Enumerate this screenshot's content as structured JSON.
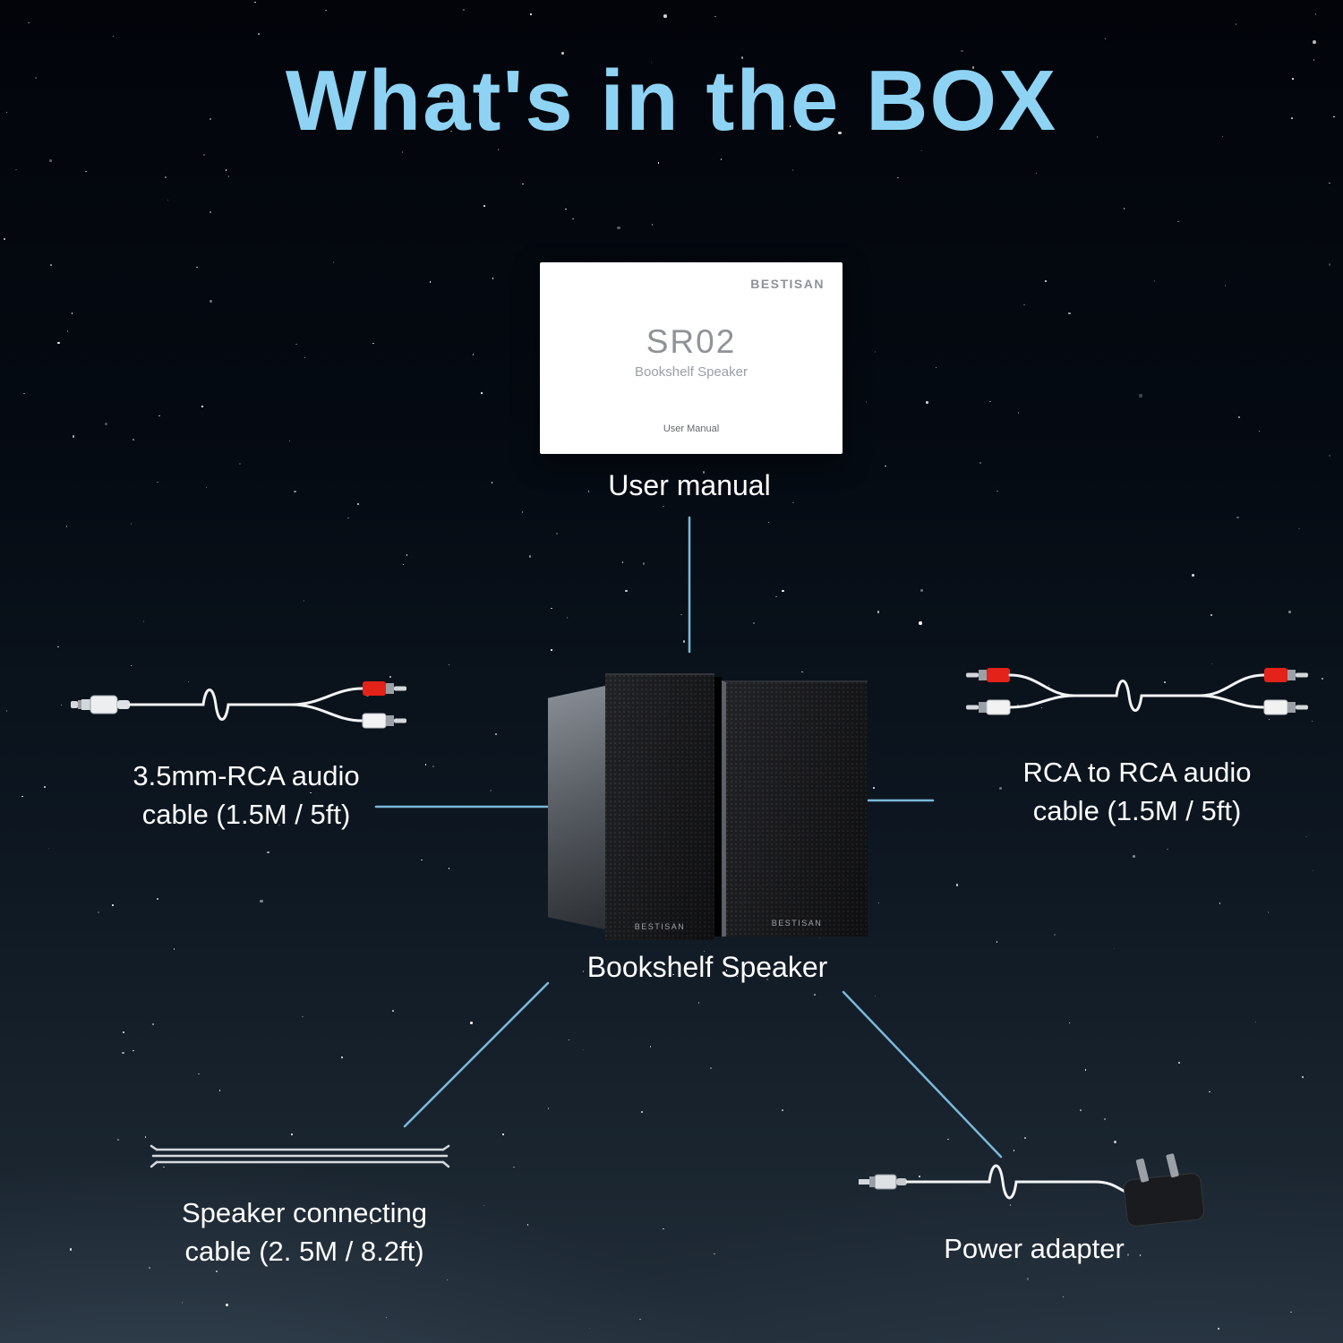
{
  "page": {
    "title": "What's in the BOX"
  },
  "manual": {
    "brand": "BESTISAN",
    "model": "SR02",
    "model_subtitle": "Bookshelf Speaker",
    "footer": "User Manual",
    "label": "User manual"
  },
  "speaker": {
    "label": "Bookshelf Speaker",
    "brand": "BESTISAN"
  },
  "aux_cable": {
    "line1": "3.5mm-RCA audio",
    "line2": "cable (1.5M / 5ft)"
  },
  "rca_cable": {
    "line1": "RCA to RCA audio",
    "line2": "cable (1.5M / 5ft)"
  },
  "speaker_cable": {
    "line1": "Speaker connecting",
    "line2": "cable (2. 5M / 8.2ft)"
  },
  "power_adapter": {
    "label": "Power adapter"
  },
  "colors": {
    "title": "#8ed3f4",
    "connector_line": "#7ab9da",
    "rca_red": "#e32219",
    "rca_white": "#f2f2f2"
  }
}
